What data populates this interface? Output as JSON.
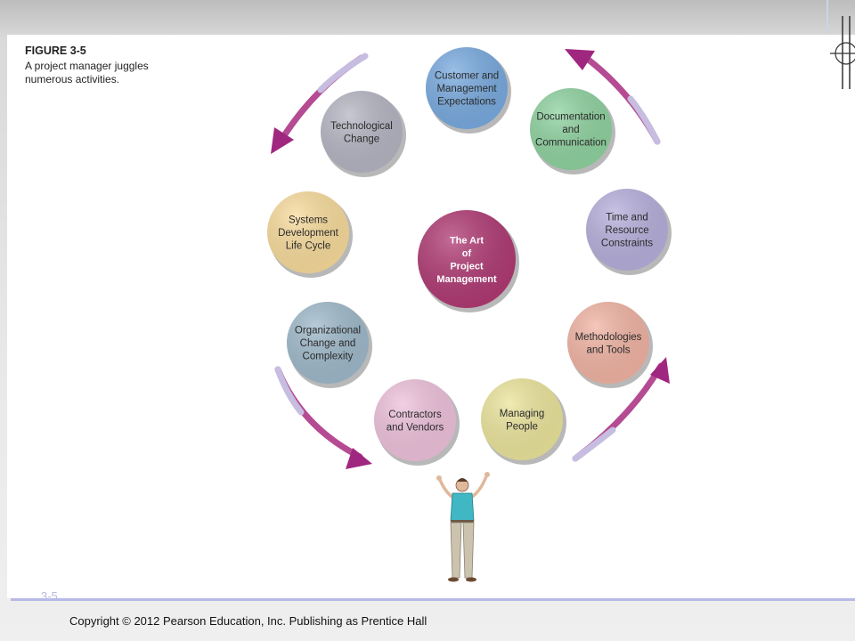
{
  "figure": {
    "label": "FIGURE 3-5",
    "caption": "A project manager juggles numerous activities."
  },
  "center": {
    "lines": [
      "The Art",
      "of",
      "Project",
      "Management"
    ],
    "color": "#b03a74"
  },
  "nodes": [
    {
      "id": "customer",
      "lines": [
        "Customer and",
        "Management",
        "Expectations"
      ],
      "color": "#79abe0"
    },
    {
      "id": "documentation",
      "lines": [
        "Documentation",
        "and",
        "Communication"
      ],
      "color": "#8fd3a0"
    },
    {
      "id": "time",
      "lines": [
        "Time and",
        "Resource",
        "Constraints"
      ],
      "color": "#b7b0dd"
    },
    {
      "id": "methodologies",
      "lines": [
        "Methodologies",
        "and Tools"
      ],
      "color": "#f2b4a4"
    },
    {
      "id": "managing",
      "lines": [
        "Managing",
        "People"
      ],
      "color": "#ece59c"
    },
    {
      "id": "contractors",
      "lines": [
        "Contractors",
        "and Vendors"
      ],
      "color": "#efc2dc"
    },
    {
      "id": "organizational",
      "lines": [
        "Organizational",
        "Change and",
        "Complexity"
      ],
      "color": "#9fbacb"
    },
    {
      "id": "systems",
      "lines": [
        "Systems",
        "Development",
        "Life Cycle"
      ],
      "color": "#f9dc9c"
    },
    {
      "id": "technological",
      "lines": [
        "Technological",
        "Change"
      ],
      "color": "#b6b6c4"
    }
  ],
  "arrow_colors": {
    "dark": "#a0277f",
    "light": "#c6bde0"
  },
  "footer": {
    "slide_number": "3-5",
    "copyright": "Copyright © 2012 Pearson Education, Inc. Publishing as Prentice Hall"
  }
}
